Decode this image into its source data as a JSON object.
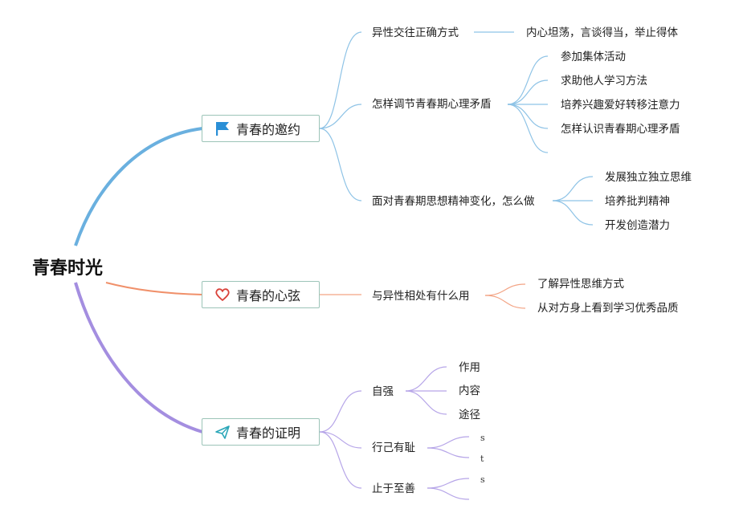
{
  "root": {
    "title": "青春时光"
  },
  "branches": [
    {
      "label": "青春的邀约",
      "icon": "flag-icon",
      "color": "#6ab0df",
      "children": [
        {
          "label": "异性交往正确方式",
          "children": [
            "内心坦荡，言谈得当，举止得体"
          ]
        },
        {
          "label": "怎样调节青春期心理矛盾",
          "children": [
            "参加集体活动",
            "求助他人学习方法",
            "培养兴趣爱好转移注意力",
            "怎样认识青春期心理矛盾"
          ]
        },
        {
          "label": "面对青春期思想精神变化，怎么做",
          "children": [
            "发展独立独立思维",
            "培养批判精神",
            "开发创造潜力"
          ]
        }
      ]
    },
    {
      "label": "青春的心弦",
      "icon": "heart-icon",
      "color": "#f0906a",
      "children": [
        {
          "label": "与异性相处有什么用",
          "children": [
            "了解异性思维方式",
            "从对方身上看到学习优秀品质"
          ]
        }
      ]
    },
    {
      "label": "青春的证明",
      "icon": "paper-plane-icon",
      "color": "#a48ee0",
      "children": [
        {
          "label": "自强",
          "children": [
            "作用",
            "内容",
            "途径"
          ]
        },
        {
          "label": "行己有耻",
          "children": [
            "s",
            "t"
          ]
        },
        {
          "label": "止于至善",
          "children": [
            "s"
          ]
        }
      ]
    }
  ]
}
